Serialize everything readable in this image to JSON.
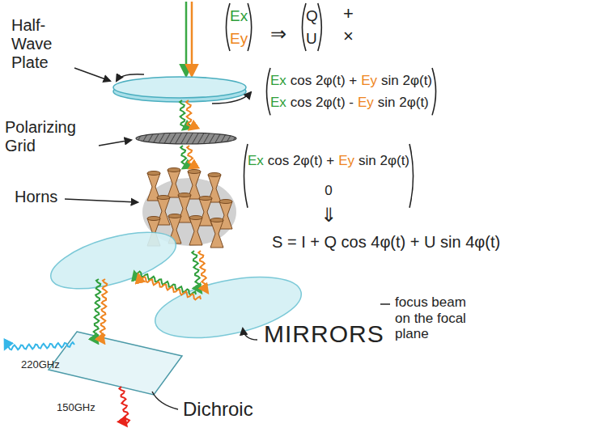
{
  "diagram": {
    "labels": [
      "Half-Wave Plate",
      "Polarizing Grid",
      "Horns",
      "MIRRORS",
      "focus beam on the focal plane",
      "Dichroic",
      "220GHz",
      "150GHz",
      "Ex",
      "Ey",
      "⇒",
      "Q",
      "U",
      "+",
      "×",
      "Ex",
      "cos 2φ(t) +",
      "Ey",
      "sin 2φ(t)",
      "Ex",
      "cos 2φ(t) -",
      "Ey",
      "sin 2φ(t)",
      "Ex",
      "cos 2φ(t) +",
      "Ey",
      "sin 2φ(t)",
      "0",
      "⇓",
      "S = I + Q cos 4φ(t) + U sin 4φ(t)"
    ]
  }
}
